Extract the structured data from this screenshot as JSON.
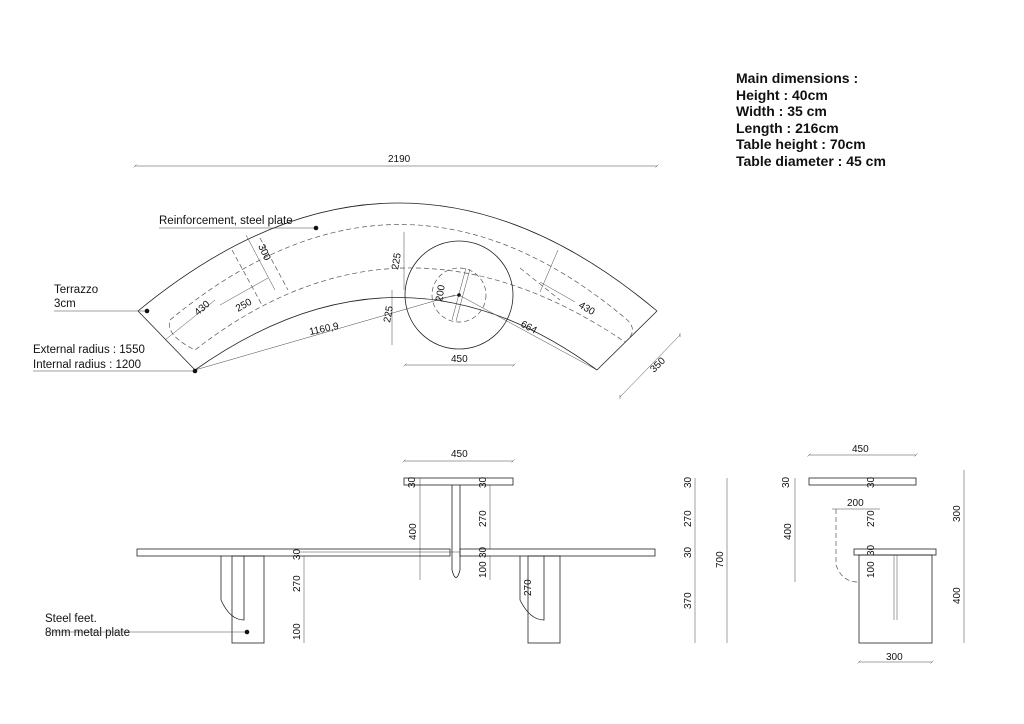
{
  "spec": {
    "heading": "Main dimensions :",
    "height": "Height : 40cm",
    "width": "Width : 35 cm",
    "length": "Length : 216cm",
    "table_height": "Table  height : 70cm",
    "table_diameter": "Table diameter : 45 cm"
  },
  "labels": {
    "reinforcement": "Reinforcement, steel plate",
    "terrazzo_1": "Terrazzo",
    "terrazzo_2": "3cm",
    "external_radius": "External radius : 1550",
    "internal_radius": "Internal radius : 1200",
    "feet_1": "Steel feet.",
    "feet_2": "8mm metal plate"
  },
  "plan_dims": {
    "overall_length": "2190",
    "plate_300": "300",
    "seat_430_left": "430",
    "plate_250": "250",
    "chord": "1160,9",
    "top_225": "225",
    "bottom_225": "225",
    "table_200": "200",
    "table_450": "450",
    "arm_664": "664",
    "seat_430_right": "430",
    "depth_350": "350"
  },
  "front_dims": {
    "table_450": "450",
    "top_30_left": "30",
    "top_30_right": "30",
    "stem_400": "400",
    "stem_270": "270",
    "seat_30_right": "30",
    "leg_100": "100",
    "seat_30_left": "30",
    "leg_270_left": "270",
    "leg_100_left": "100",
    "leg_270_right": "270",
    "v_30_top": "30",
    "v_270": "270",
    "v_30_mid": "30",
    "v_370": "370",
    "v_700": "700"
  },
  "side_dims": {
    "table_450": "450",
    "top_30_left": "30",
    "top_30_right": "30",
    "arm_200": "200",
    "stem_270": "270",
    "stem_400": "400",
    "seat_30": "30",
    "leg_100": "100",
    "v_300": "300",
    "v_400": "400",
    "base_300": "300"
  }
}
